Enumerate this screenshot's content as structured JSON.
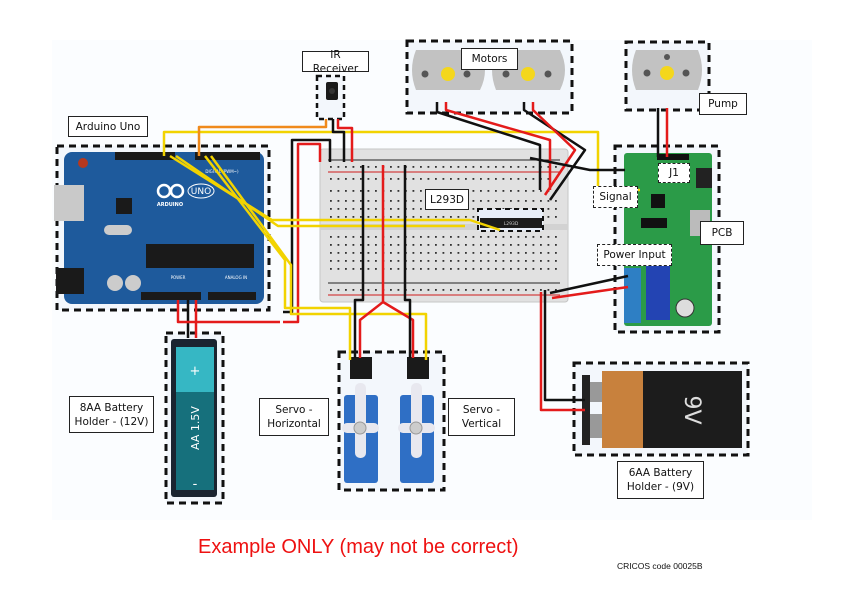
{
  "diagram": {
    "title": "Arduino wiring diagram",
    "labels": {
      "arduino": "Arduino Uno",
      "ir_receiver": "IR Receiver",
      "motors": "Motors",
      "pump": "Pump",
      "l293d": "L293D",
      "chip_text": "L293D",
      "j1": "J1",
      "signal": "Signal",
      "pcb": "PCB",
      "power_input": "Power Input",
      "battery_8aa_line1": "8AA Battery",
      "battery_8aa_line2": "Holder - (12V)",
      "servo_h_line1": "Servo -",
      "servo_h_line2": "Horizontal",
      "servo_v_line1": "Servo -",
      "servo_v_line2": "Vertical",
      "battery_6aa_line1": "6AA Battery",
      "battery_6aa_line2": "Holder - (9V)"
    },
    "component_text": {
      "arduino_logo": "ARDUINO",
      "arduino_model": "UNO",
      "arduino_digital": "DIGITAL (PWM~)",
      "arduino_power": "POWER",
      "arduino_analog": "ANALOG IN",
      "aa_cell": "AA 1.5V",
      "aa_plus": "+",
      "aa_minus": "-",
      "battery_9v": "9V"
    },
    "wire_colors": {
      "signal": "#f2d300",
      "ir": "#f08a1c",
      "positive": "#e41b1b",
      "ground": "#111111"
    }
  },
  "footer": {
    "note": "Example ONLY (may not be correct)",
    "cricos": "CRICOS code 00025B"
  }
}
